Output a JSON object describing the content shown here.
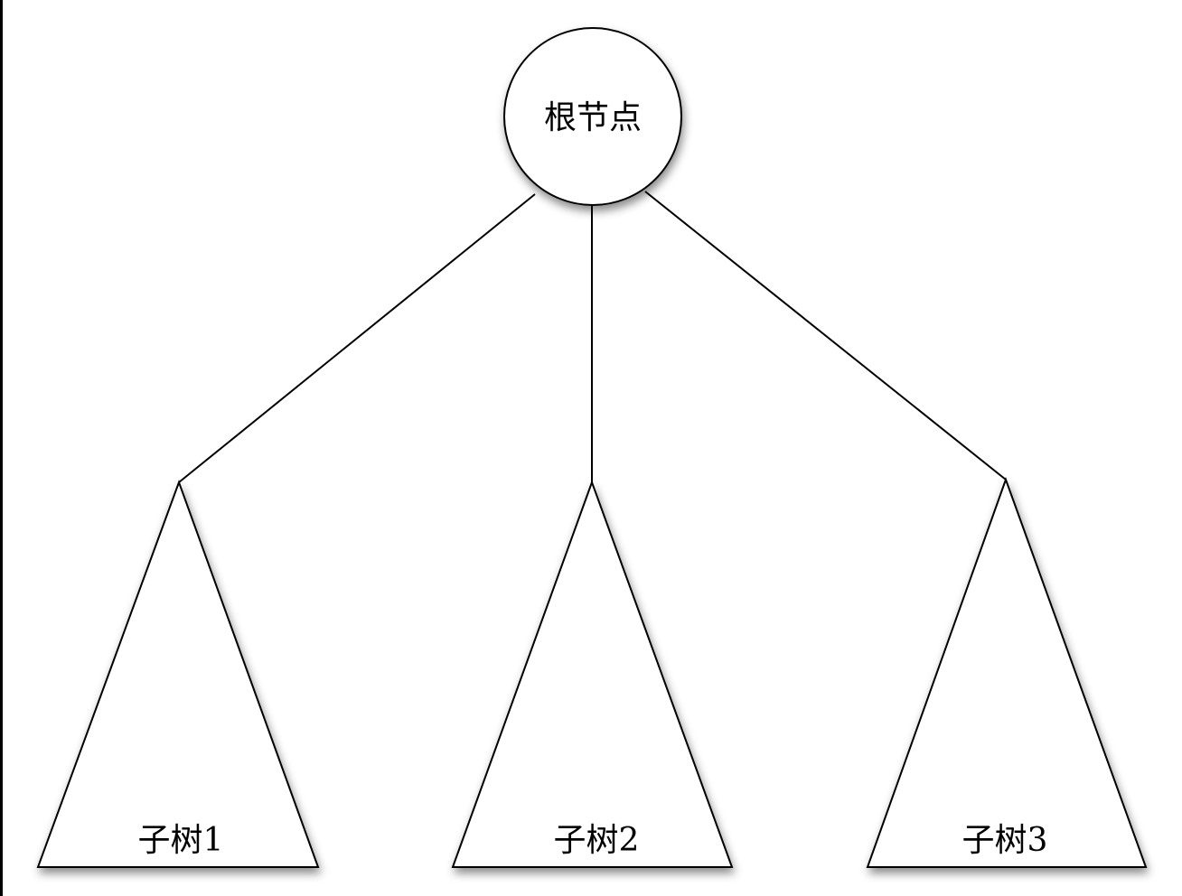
{
  "diagram": {
    "root": {
      "label": "根节点"
    },
    "subtrees": [
      {
        "label": "子树1"
      },
      {
        "label": "子树2"
      },
      {
        "label": "子树3"
      }
    ]
  },
  "colors": {
    "stroke": "#000000",
    "fill": "#ffffff",
    "background": "#ffffff"
  }
}
